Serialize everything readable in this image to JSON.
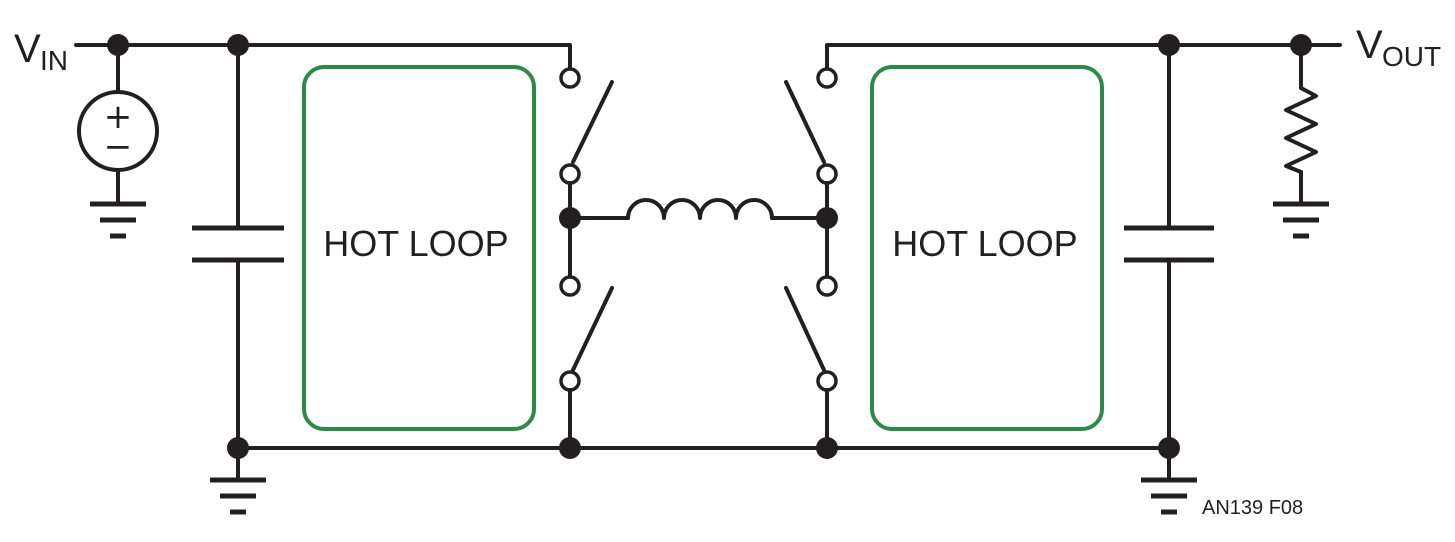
{
  "labels": {
    "vin_main": "V",
    "vin_sub": "IN",
    "vout_main": "V",
    "vout_sub": "OUT",
    "hot_loop_left": "HOT LOOP",
    "hot_loop_right": "HOT LOOP",
    "figure_id": "AN139 F08",
    "source_plus": "+",
    "source_minus": "−"
  },
  "colors": {
    "wire": "#231f20",
    "hot_loop": "#2b8a47"
  }
}
